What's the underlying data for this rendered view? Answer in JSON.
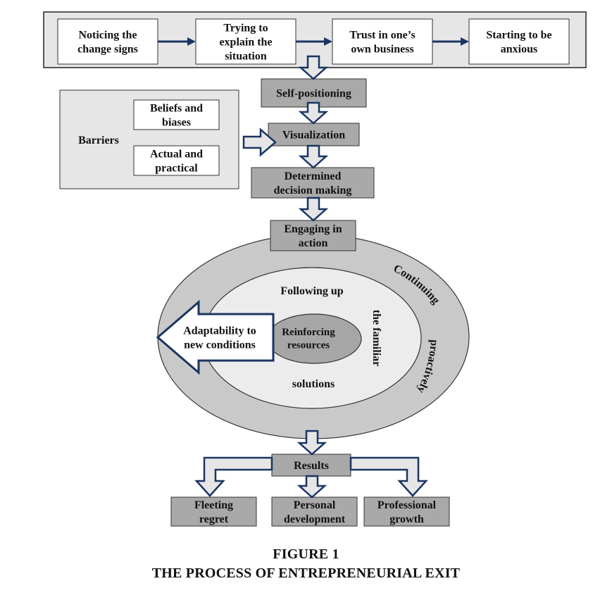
{
  "colors": {
    "navy": "#1a3563",
    "box_gray": "#a9a9a9",
    "panel_gray": "#e6e6e6",
    "outer_ring": "#c9c9c9",
    "inner_ring": "#ececec",
    "core": "#a6a6a6",
    "arrow_fill": "#e6e6e6"
  },
  "top_steps": [
    [
      "Noticing the",
      "change signs"
    ],
    [
      "Trying to",
      "explain the",
      "situation"
    ],
    [
      "Trust in one’s",
      "own business"
    ],
    [
      "Starting to be",
      "anxious"
    ]
  ],
  "barriers": {
    "label": "Barriers",
    "items": [
      [
        "Beliefs and",
        "biases"
      ],
      [
        "Actual and",
        "practical"
      ]
    ]
  },
  "stages": {
    "self_positioning": [
      "Self-positioning"
    ],
    "visualization": [
      "Visualization"
    ],
    "determined": [
      "Determined",
      "decision making"
    ],
    "engaging": [
      "Engaging in",
      "action"
    ],
    "results": [
      "Results"
    ]
  },
  "cycle": {
    "outer_top": "Continuing",
    "outer_bottom": "proactively",
    "inner_top": "Following up",
    "inner_side": "the familiar",
    "inner_bottom": "solutions",
    "core": [
      "Reinforcing",
      "resources"
    ],
    "adapt_arrow": [
      "Adaptability to",
      "new conditions"
    ]
  },
  "outcomes": [
    [
      "Fleeting",
      "regret"
    ],
    [
      "Personal",
      "development"
    ],
    [
      "Professional",
      "growth"
    ]
  ],
  "caption": {
    "figure": "FIGURE 1",
    "title": "THE PROCESS OF ENTREPRENEURIAL EXIT"
  }
}
